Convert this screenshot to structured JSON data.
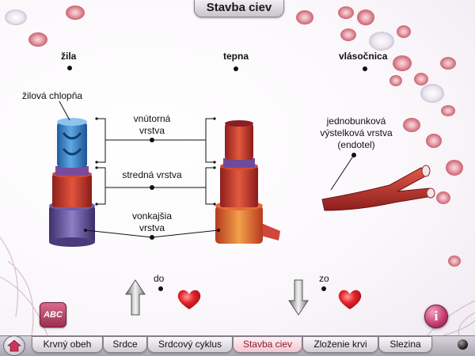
{
  "page_title": "Stavba ciev",
  "columns": {
    "vein": "žila",
    "artery": "tepna",
    "capillary": "vlásočnica"
  },
  "labels": {
    "valve": "žilová chlopňa",
    "inner_layer_1": "vnútorná",
    "inner_layer_2": "vrstva",
    "middle_layer": "stredná vrstva",
    "outer_layer_1": "vonkajšia",
    "outer_layer_2": "vrstva",
    "endothelium_1": "jednobunková",
    "endothelium_2": "výstelková vrstva",
    "endothelium_3": "(endotel)"
  },
  "flow": {
    "to_heart": "do",
    "from_heart": "zo"
  },
  "nav": {
    "abc_label": "ABC",
    "info_label": "i",
    "tabs": [
      "Krvný obeh",
      "Srdce",
      "Srdcový cyklus",
      "Stavba ciev",
      "Zloženie krvi",
      "Slezina"
    ],
    "active_tab": "Stavba ciev"
  },
  "colors": {
    "vein_blue": "#3f86c9",
    "artery_red": "#c73a2a",
    "middle_purple": "#7a4a9a",
    "active_tab_text": "#8c1c2c"
  }
}
